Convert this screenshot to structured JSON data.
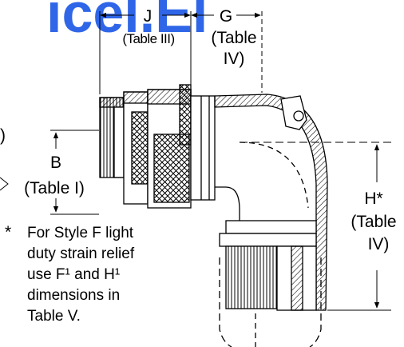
{
  "watermark": {
    "text": "icel.El",
    "color": "#2f66e8"
  },
  "dimensions": {
    "j": {
      "letter": "J",
      "ref": "(Table III)"
    },
    "g": {
      "letter": "G",
      "ref1": "(Table",
      "ref2": "IV)"
    },
    "b": {
      "letter": "B",
      "ref": "(Table I)"
    },
    "h": {
      "letter": "H*",
      "ref1": "(Table",
      "ref2": "IV)"
    },
    "a_fragment": ")"
  },
  "footnote": {
    "marker": "*",
    "lines": [
      "For Style F light",
      "duty strain relief",
      "use F¹ and H¹",
      "dimensions in",
      "Table V."
    ]
  },
  "colors": {
    "line": "#000000",
    "fill": "#ffffff"
  }
}
